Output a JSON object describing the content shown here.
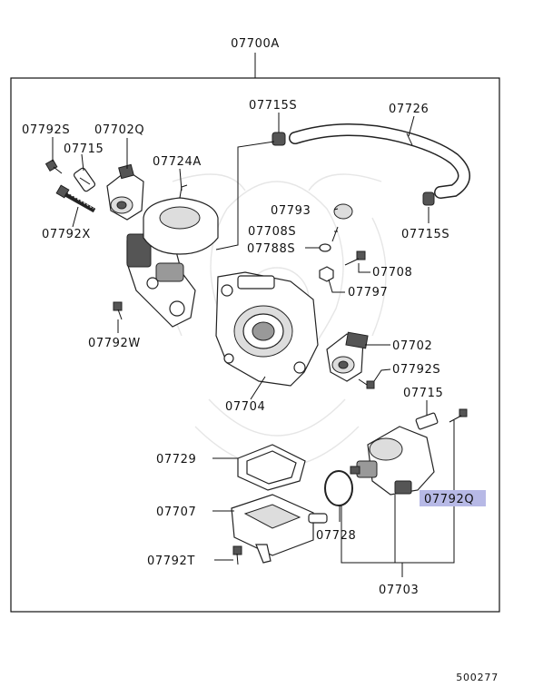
{
  "assembly_label": "07700A",
  "labels": {
    "p07792S_a": "07792S",
    "p07702Q": "07702Q",
    "p07715_a": "07715",
    "p07724A": "07724A",
    "p07792X": "07792X",
    "p07715S_a": "07715S",
    "p07726": "07726",
    "p07793": "07793",
    "p07708S": "07708S",
    "p07788S": "07788S",
    "p07708": "07708",
    "p07797": "07797",
    "p07715S_b": "07715S",
    "p07792W": "07792W",
    "p07702": "07702",
    "p07792S_b": "07792S",
    "p07704": "07704",
    "p07715_b": "07715",
    "p07729": "07729",
    "p07792Q": "07792Q",
    "p07707": "07707",
    "p07728": "07728",
    "p07792T": "07792T",
    "p07703": "07703"
  },
  "highlight_color": "#b7b9e6",
  "diagram_code": "500277"
}
